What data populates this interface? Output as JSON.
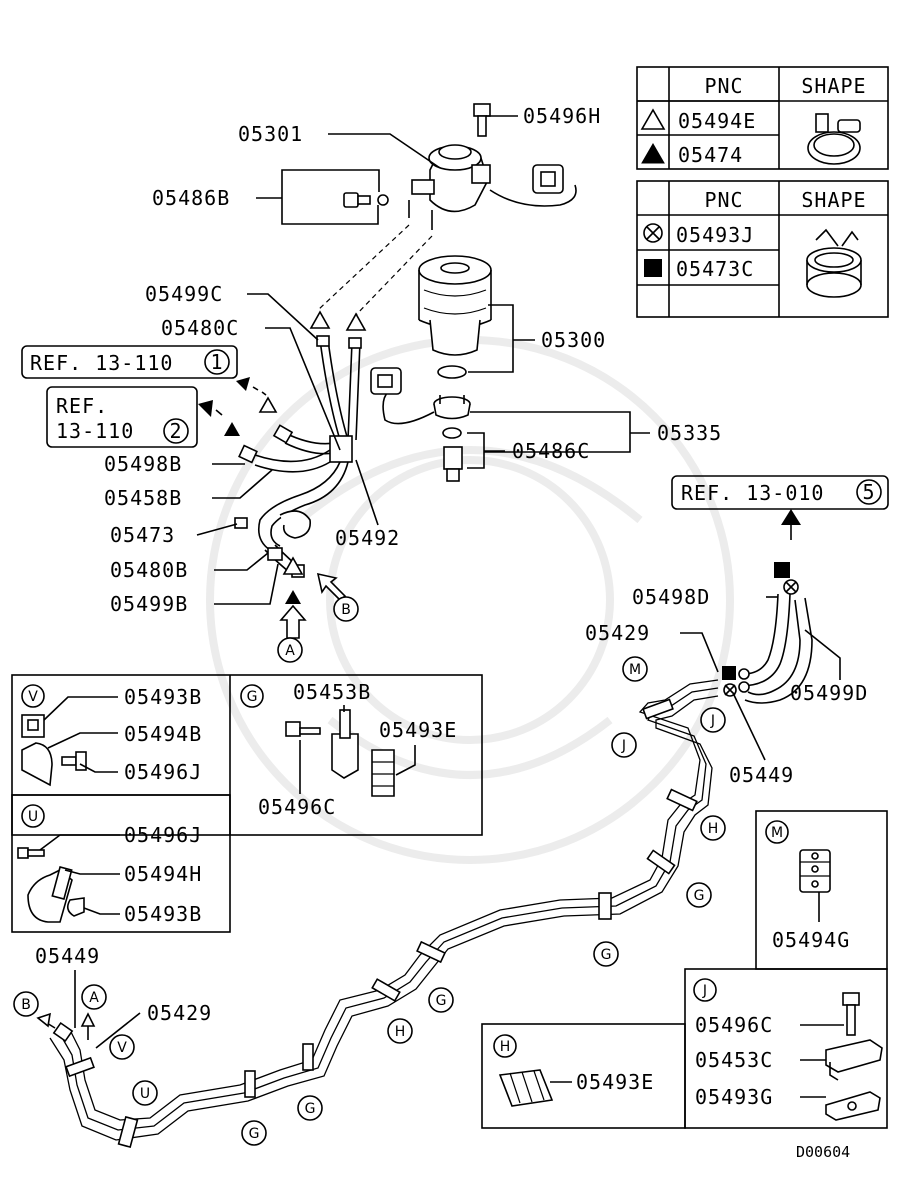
{
  "diagram_code": "D00604",
  "tables": {
    "t1": {
      "header_pnc": "PNC",
      "header_shape": "SHAPE",
      "row1_pnc": "05494E",
      "row2_pnc": "05474"
    },
    "t2": {
      "header_pnc": "PNC",
      "header_shape": "SHAPE",
      "row1_pnc": "05493J",
      "row2_pnc": "05473C"
    }
  },
  "refs": {
    "r1": "REF. 13-110",
    "r1_num": "1",
    "r2_line1": "REF.",
    "r2_line2": "13-110",
    "r2_num": "2",
    "r3": "REF. 13-010",
    "r3_num": "5"
  },
  "labels": {
    "p05496H": "05496H",
    "p05301": "05301",
    "p05486B": "05486B",
    "p05499C": "05499C",
    "p05480C": "05480C",
    "p05300": "05300",
    "p05335": "05335",
    "p05486C": "05486C",
    "p05498B": "05498B",
    "p05458B": "05458B",
    "p05473": "05473",
    "p05492": "05492",
    "p05480B": "05480B",
    "p05499B": "05499B",
    "p05498D": "05498D",
    "p05429a": "05429",
    "p05499D": "05499D",
    "p05449a": "05449",
    "p05449b": "05449",
    "p05429b": "05429"
  },
  "letters": {
    "A": "A",
    "B": "B",
    "G": "G",
    "H": "H",
    "J": "J",
    "M": "M",
    "U": "U",
    "V": "V"
  },
  "detail_V": {
    "l1": "05493B",
    "l2": "05494B",
    "l3": "05496J"
  },
  "detail_G": {
    "l1": "05453B",
    "l2": "05493E",
    "l3": "05496C"
  },
  "detail_U": {
    "l1": "05496J",
    "l2": "05494H",
    "l3": "05493B"
  },
  "detail_M": {
    "l1": "05494G"
  },
  "detail_J": {
    "l1": "05496C",
    "l2": "05453C",
    "l3": "05493G"
  },
  "detail_H": {
    "l1": "05493E"
  }
}
